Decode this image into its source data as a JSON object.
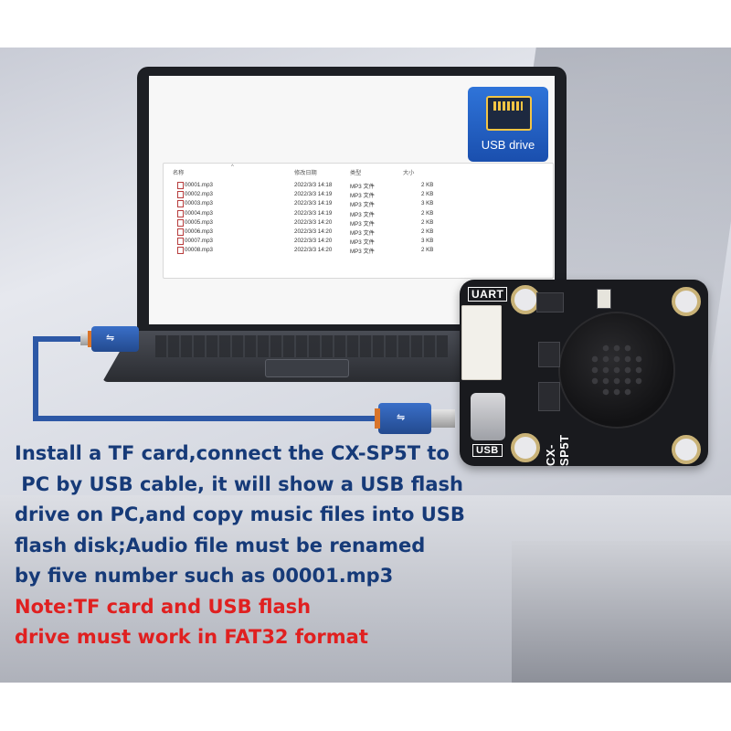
{
  "explorer": {
    "badge_label": "USB drive",
    "columns": {
      "name": "名称",
      "date": "修改日期",
      "type": "类型",
      "size": "大小"
    },
    "files": [
      {
        "name": "00001.mp3",
        "date": "2022/3/3 14:18",
        "type": "MP3 文件",
        "size": "2 KB"
      },
      {
        "name": "00002.mp3",
        "date": "2022/3/3 14:19",
        "type": "MP3 文件",
        "size": "2 KB"
      },
      {
        "name": "00003.mp3",
        "date": "2022/3/3 14:19",
        "type": "MP3 文件",
        "size": "3 KB"
      },
      {
        "name": "00004.mp3",
        "date": "2022/3/3 14:19",
        "type": "MP3 文件",
        "size": "2 KB"
      },
      {
        "name": "00005.mp3",
        "date": "2022/3/3 14:20",
        "type": "MP3 文件",
        "size": "2 KB"
      },
      {
        "name": "00006.mp3",
        "date": "2022/3/3 14:20",
        "type": "MP3 文件",
        "size": "2 KB"
      },
      {
        "name": "00007.mp3",
        "date": "2022/3/3 14:20",
        "type": "MP3 文件",
        "size": "3 KB"
      },
      {
        "name": "00008.mp3",
        "date": "2022/3/3 14:20",
        "type": "MP3 文件",
        "size": "2 KB"
      }
    ]
  },
  "board": {
    "uart_label": "UART",
    "model_label": "CX-SP5T",
    "usb_label": "USB"
  },
  "caption": {
    "lines": [
      "Install a TF card,connect the CX-SP5T to",
      " PC by USB cable, it will show a USB flash",
      "drive on PC,and copy music files into USB",
      "flash disk;Audio file must be renamed",
      "by five number such as 00001.mp3"
    ],
    "note_lines": [
      "Note:TF card and USB flash",
      "drive must work in FAT32 format"
    ]
  },
  "colors": {
    "caption_text": "#163a78",
    "note_text": "#e02020",
    "cable": "#2d58a6",
    "badge_blue": "#2f74d9"
  },
  "icons": [
    "usb-symbol-icon",
    "sd-card-icon",
    "mp3-file-icon"
  ]
}
